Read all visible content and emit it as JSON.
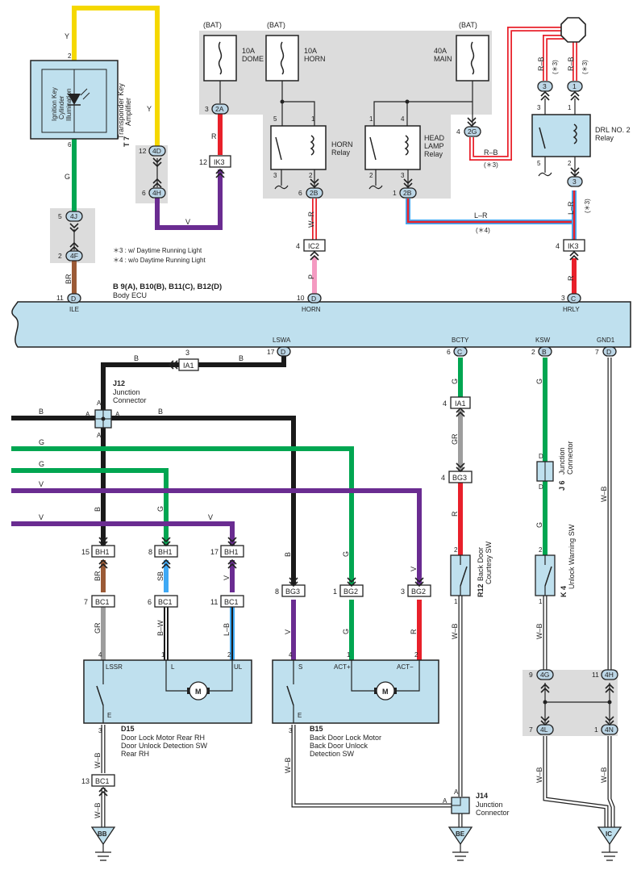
{
  "fuses": {
    "dome": {
      "label1": "10A",
      "label2": "DOME",
      "source": "(BAT)"
    },
    "horn": {
      "label1": "10A",
      "label2": "HORN",
      "source": "(BAT)"
    },
    "main": {
      "label1": "40A",
      "label2": "MAIN",
      "source": "(BAT)"
    }
  },
  "components": {
    "t7": {
      "ref": "T 7",
      "name1": "Transponder Key",
      "name2": "Amplifier",
      "inner1": "Ignition Key",
      "inner2": "Cylinder",
      "inner3": "Illumination"
    },
    "horn_relay": {
      "name1": "HORN",
      "name2": "Relay"
    },
    "head_relay": {
      "name1": "HEAD",
      "name2": "LAMP",
      "name3": "Relay"
    },
    "drl_relay": {
      "name1": "DRL NO. 2",
      "name2": "Relay"
    },
    "body_ecu": {
      "ref": "B 9(A), B10(B), B11(C), B12(D)",
      "name": "Body ECU",
      "pins": {
        "ile": "ILE",
        "horn": "HORN",
        "hrly": "HRLY",
        "lswa": "LSWA",
        "bcty": "BCTY",
        "ksw": "KSW",
        "gnd1": "GND1"
      }
    },
    "j12": {
      "ref": "J12",
      "name1": "Junction",
      "name2": "Connector"
    },
    "j6": {
      "ref": "J 6",
      "name1": "Junction",
      "name2": "Connector"
    },
    "j14": {
      "ref": "J14",
      "name1": "Junction",
      "name2": "Connector"
    },
    "r12": {
      "ref": "R12",
      "name1": "Back Door",
      "name2": "Courtesy SW"
    },
    "k4": {
      "ref": "K 4",
      "name1": "Unlock Warning SW"
    },
    "d15": {
      "ref": "D15",
      "line1": "Door Lock Motor Rear RH",
      "line2": "Door Unlock Detection SW",
      "line3": "Rear RH",
      "pins": {
        "lssr": "LSSR",
        "l": "L",
        "ul": "UL",
        "e": "E"
      }
    },
    "b15": {
      "ref": "B15",
      "line1": "Back Door Lock Motor",
      "line2": "Back Door Unlock",
      "line3": "Detection SW",
      "pins": {
        "s": "S",
        "actp": "ACT+",
        "actm": "ACT−",
        "e": "E"
      }
    },
    "motor": "M"
  },
  "notes": {
    "n3": "＊3 : w/ Daytime Running Light",
    "n4": "＊4 : w/o Daytime Running Light",
    "s3": "(＊3)",
    "s4": "(＊4)"
  },
  "connectors": {
    "c4D": "4D",
    "c4H": "4H",
    "c4J": "4J",
    "c4F": "4F",
    "c2A": "2A",
    "c2B": "2B",
    "c2G": "2G",
    "c4G": "4G",
    "c4L": "4L",
    "c4N": "4N",
    "cA": "A",
    "cB": "B",
    "cC": "C",
    "cD": "D",
    "IK3": "IK3",
    "IC2": "IC2",
    "IA1": "IA1",
    "BG3": "BG3",
    "BG2": "BG2",
    "BH1": "BH1",
    "BC1": "BC1"
  },
  "pin_numbers": [
    "1",
    "2",
    "3",
    "4",
    "5",
    "6",
    "7",
    "8",
    "9",
    "10",
    "11",
    "12",
    "13",
    "15",
    "17"
  ],
  "wire_colors": {
    "Y": "Y",
    "G": "G",
    "V": "V",
    "R": "R",
    "BR": "BR",
    "B": "B",
    "P": "P",
    "WR": "W–R",
    "LR": "L–R",
    "RB": "R–B",
    "GR": "GR",
    "WB": "W–B",
    "SB": "SB",
    "BW": "B–W",
    "LB": "L–B"
  },
  "grounds": {
    "bb": "BB",
    "be": "BE",
    "ic": "IC"
  },
  "colors": {
    "panel": "#dcdcdc",
    "component": "#bfe0ee",
    "connector_fill": "#bcd6e6",
    "yellow": "#f5d800",
    "green": "#00a651",
    "violet": "#6a2c91",
    "red": "#e8202a",
    "brown": "#9b5a36",
    "pink": "#f49ac1",
    "skyblue": "#3fa9f5",
    "gray": "#9d9d9d",
    "black": "#1a1a1a"
  }
}
